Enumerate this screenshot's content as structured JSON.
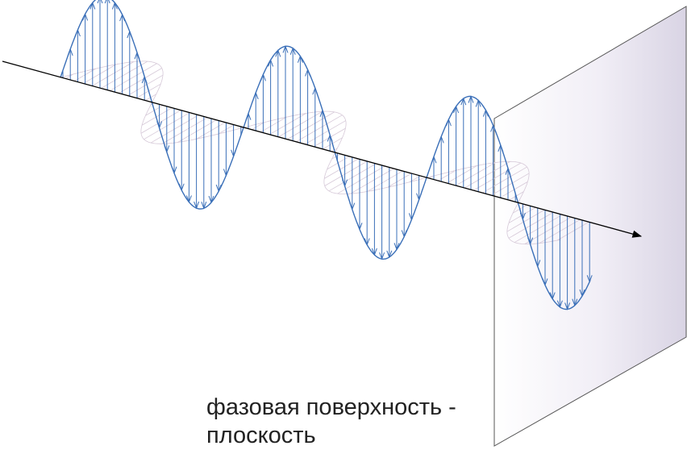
{
  "caption": {
    "line1": "фазовая поверхность -",
    "line2": "плоскость"
  },
  "colors": {
    "wave": "#3a6fb8",
    "magnetic": "#d6c9d8",
    "axis": "#000000",
    "plane_light": "#ffffff",
    "plane_dark": "#d9d4e4",
    "caption": "#222222"
  },
  "wave": {
    "periods_shown": 3,
    "field_vectors": "blue arrows perpendicular to axis",
    "magnetic_field": "faint lines orthogonal"
  }
}
